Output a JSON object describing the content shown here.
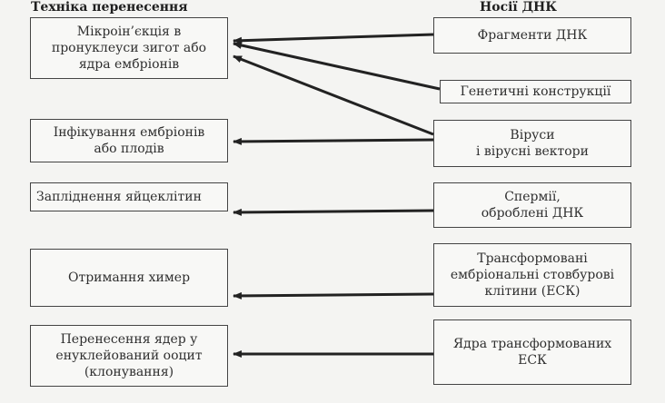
{
  "headers": {
    "left": "Техніка перенесення",
    "right": "Носії ДНК"
  },
  "left_boxes": [
    "Мікроін’єкція в\nпронуклеуси зигот або\nядра ембріонів",
    "Інфікування ембріонів\nабо плодів",
    "Запліднення яйцеклітин",
    "Отримання химер",
    "Перенесення ядер у\nенуклейований ооцит\n(клонування)"
  ],
  "right_boxes": [
    "Фрагменти ДНК",
    "Генетичні конструкції",
    "Віруси\nі вірусні вектори",
    "Спермії,\nоброблені ДНК",
    "Трансформовані\nембріональні стовбурові\nклітини (ЕСК)",
    "Ядра трансформованих\nЕСК"
  ]
}
